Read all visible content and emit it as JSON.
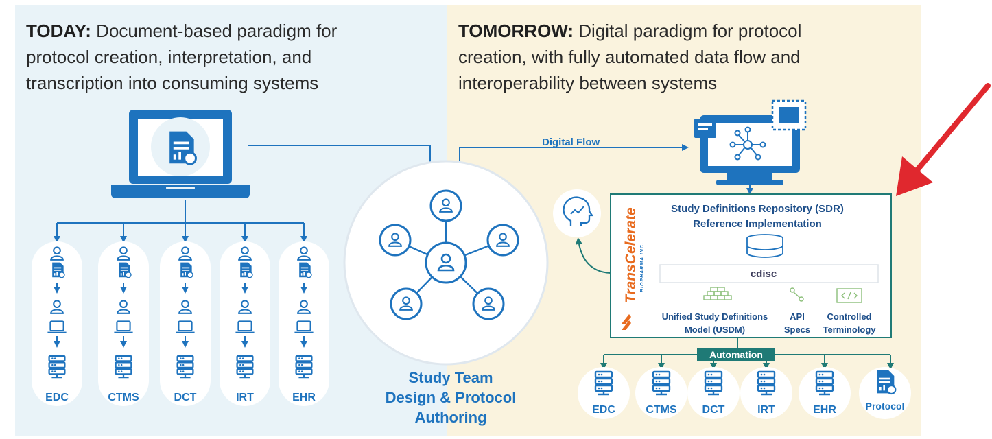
{
  "today": {
    "bold": "TODAY:",
    "line1": "Document-based paradigm for",
    "line2": "protocol creation, interpretation, and",
    "line3": "transcription into consuming systems",
    "systems": [
      "EDC",
      "CTMS",
      "DCT",
      "IRT",
      "EHR"
    ]
  },
  "tomorrow": {
    "bold": "TOMORROW:",
    "line1": "Digital paradigm for protocol",
    "line2": "creation, with fully automated data flow and",
    "line3": "interoperability between systems",
    "flow_label": "Digital Flow",
    "automation_label": "Automation",
    "systems": [
      "EDC",
      "CTMS",
      "DCT",
      "IRT",
      "EHR",
      "Protocol"
    ]
  },
  "center": {
    "line1": "Study Team",
    "line2": "Design & Protocol",
    "line3": "Authoring"
  },
  "sdr": {
    "title1": "Study Definitions Repository (SDR)",
    "title2": "Reference Implementation",
    "cdisc": "cdisc",
    "brand": "TransCelerate",
    "brand_sub": "BIOPHARMA INC.",
    "usdm1": "Unified Study Definitions",
    "usdm2": "Model (USDM)",
    "api1": "API",
    "api2": "Specs",
    "ct1": "Controlled",
    "ct2": "Terminology"
  },
  "colors": {
    "left_bg": "#e9f3f8",
    "right_bg": "#faf3de",
    "primary_blue": "#1e73be",
    "teal": "#1f7a76",
    "arrow_red": "#e0282e",
    "brand_orange": "#e86b1f"
  }
}
